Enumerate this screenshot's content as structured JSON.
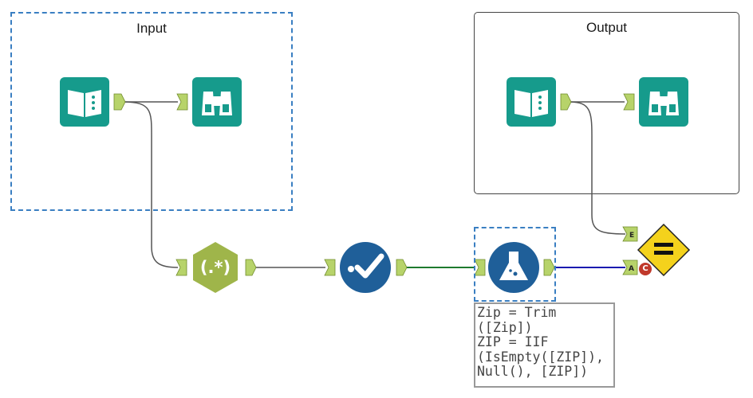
{
  "containers": {
    "input": {
      "title": "Input"
    },
    "output": {
      "title": "Output"
    }
  },
  "tools": {
    "regex": {
      "label": "(.*)",
      "color": "#9fb54a"
    },
    "data_cleansing": {
      "color": "#1f5f99"
    },
    "formula": {
      "color": "#1f5f99"
    },
    "test": {
      "symbol": "=",
      "color": "#f4d21c"
    },
    "input_data": {
      "color": "#169b8c"
    },
    "browse": {
      "color": "#169b8c"
    }
  },
  "anchors": {
    "expected_label": "E",
    "actual_label": "A"
  },
  "badges": {
    "error_label": "C"
  },
  "formula_note": {
    "lines": "Zip = Trim\n([Zip])\nZIP = IIF\n(IsEmpty([ZIP]),\nNull(), [ZIP])"
  },
  "colors": {
    "connector": "#555555",
    "cleanse_to_formula": "#1e7a2e",
    "formula_to_test": "#1a1ab0",
    "anchor_fill": "#b7d36a"
  }
}
